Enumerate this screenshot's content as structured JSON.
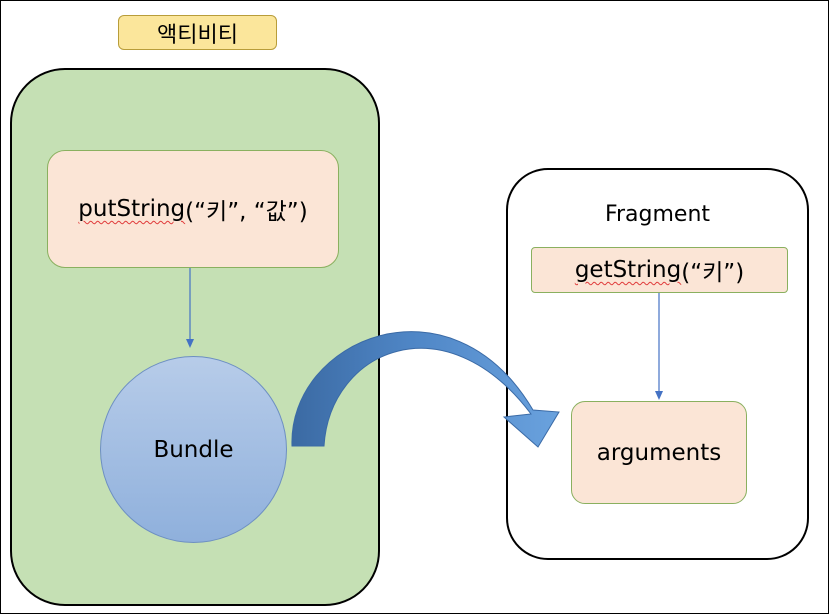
{
  "diagram": {
    "activity_label": "액티비티",
    "put_call": {
      "method": "putString",
      "args": "(“키”, “값”)"
    },
    "bundle_label": "Bundle",
    "fragment_title": "Fragment",
    "get_call": {
      "method": "getString",
      "args": "(“키”)"
    },
    "arguments_label": "arguments"
  },
  "colors": {
    "activity_fill": "#c5e0b4",
    "label_fill": "#fbe69b",
    "box_fill": "#fbe5d6",
    "bundle_fill": "#9fbde4",
    "arrow_fill": "#4a7fbf",
    "connector": "#4472c4"
  }
}
